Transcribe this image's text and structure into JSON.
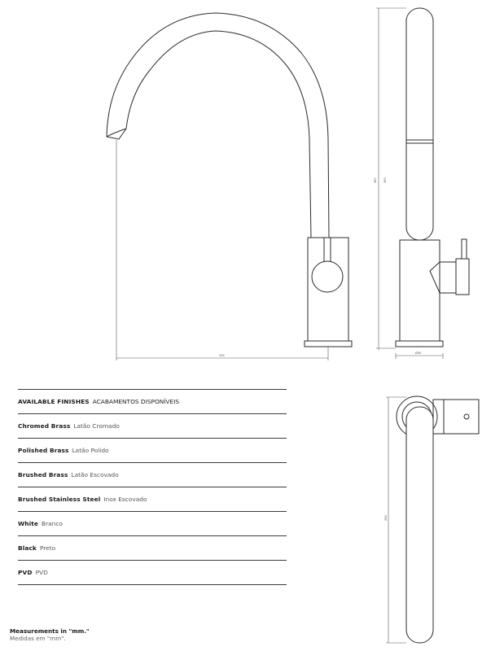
{
  "finishes": {
    "header": {
      "en": "AVAILABLE FINISHES",
      "pt": "ACABAMENTOS DISPONÍVEIS"
    },
    "items": [
      {
        "en": "Chromed Brass",
        "pt": "Latão Cromado"
      },
      {
        "en": "Polished Brass",
        "pt": "Latão Polido"
      },
      {
        "en": "Brushed Brass",
        "pt": "Latão Escovado"
      },
      {
        "en": "Brushed Stainless Steel",
        "pt": "Inox Escovado"
      },
      {
        "en": "White",
        "pt": "Branco"
      },
      {
        "en": "Black",
        "pt": "Preto"
      },
      {
        "en": "PVD",
        "pt": "PVD"
      }
    ]
  },
  "dimensions": {
    "front_width": "255",
    "front_height": "367",
    "side_base": "Ø50",
    "side_height": "363",
    "top_length": "290"
  },
  "measurements": {
    "en": "Measurements in \"mm.\"",
    "pt": "Medidas em \"mm\"."
  }
}
